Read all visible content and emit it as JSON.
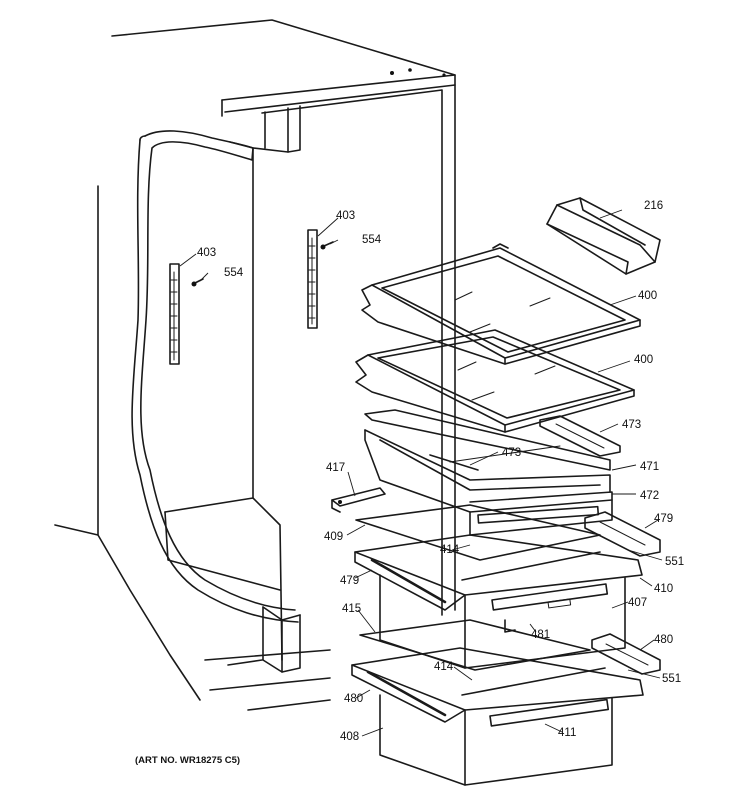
{
  "art_number": "(ART NO. WR18275 C5)",
  "callouts": {
    "c216": "216",
    "c400a": "400",
    "c400b": "400",
    "c403a": "403",
    "c403b": "403",
    "c554a": "554",
    "c554b": "554",
    "c473a": "473",
    "c473b": "473",
    "c471": "471",
    "c472": "472",
    "c417": "417",
    "c409": "409",
    "c414a": "414",
    "c414b": "414",
    "c479a": "479",
    "c479b": "479",
    "c551a": "551",
    "c551b": "551",
    "c410": "410",
    "c407": "407",
    "c481": "481",
    "c415": "415",
    "c480a": "480",
    "c480b": "480",
    "c408": "408",
    "c411": "411"
  }
}
